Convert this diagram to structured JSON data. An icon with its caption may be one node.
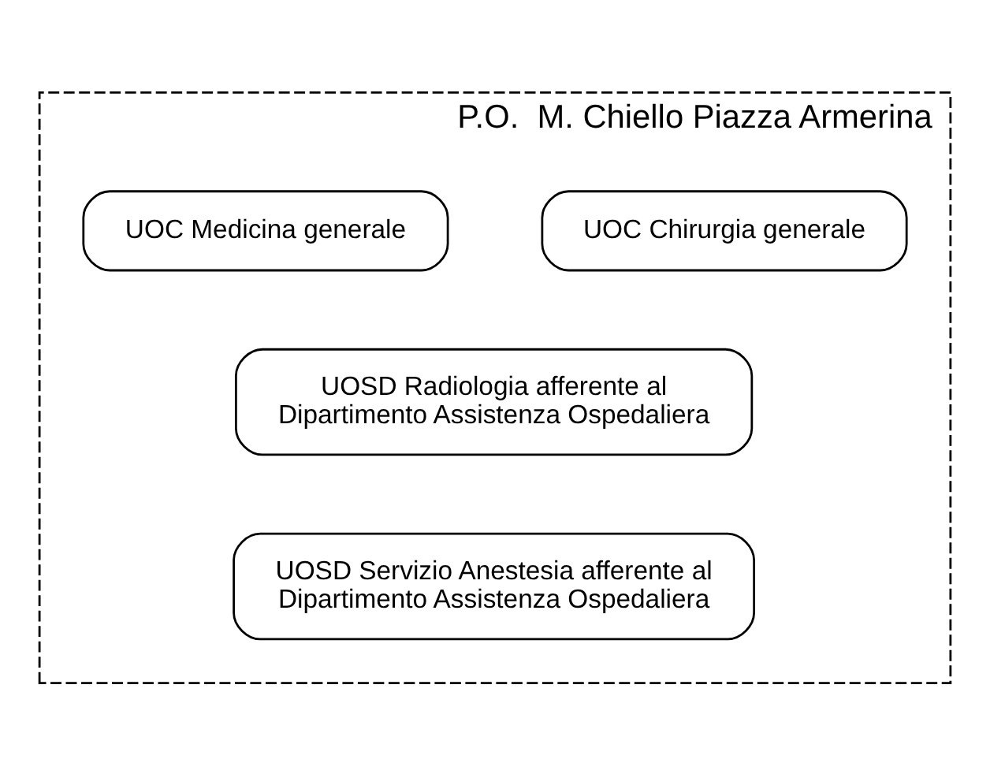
{
  "diagram": {
    "nodes": [
      {
        "text": [
          "P.O.  M. Chiello Piazza Armerina"
        ]
      },
      {
        "text": [
          "UOC Chirurgia generale"
        ],
        "in": 0
      },
      {
        "text": [
          "UOC Medicina generale"
        ],
        "in": 0
      },
      {
        "text": [
          "UOSD Radiologia afferente al Dipartimento Assistenza Ospedaliera"
        ],
        "in": 0
      },
      {
        "text": [
          "UOSD Servizio Anestesia afferente al Dipartimento Assistenza Ospedaliera"
        ],
        "in": 0
      }
    ]
  }
}
